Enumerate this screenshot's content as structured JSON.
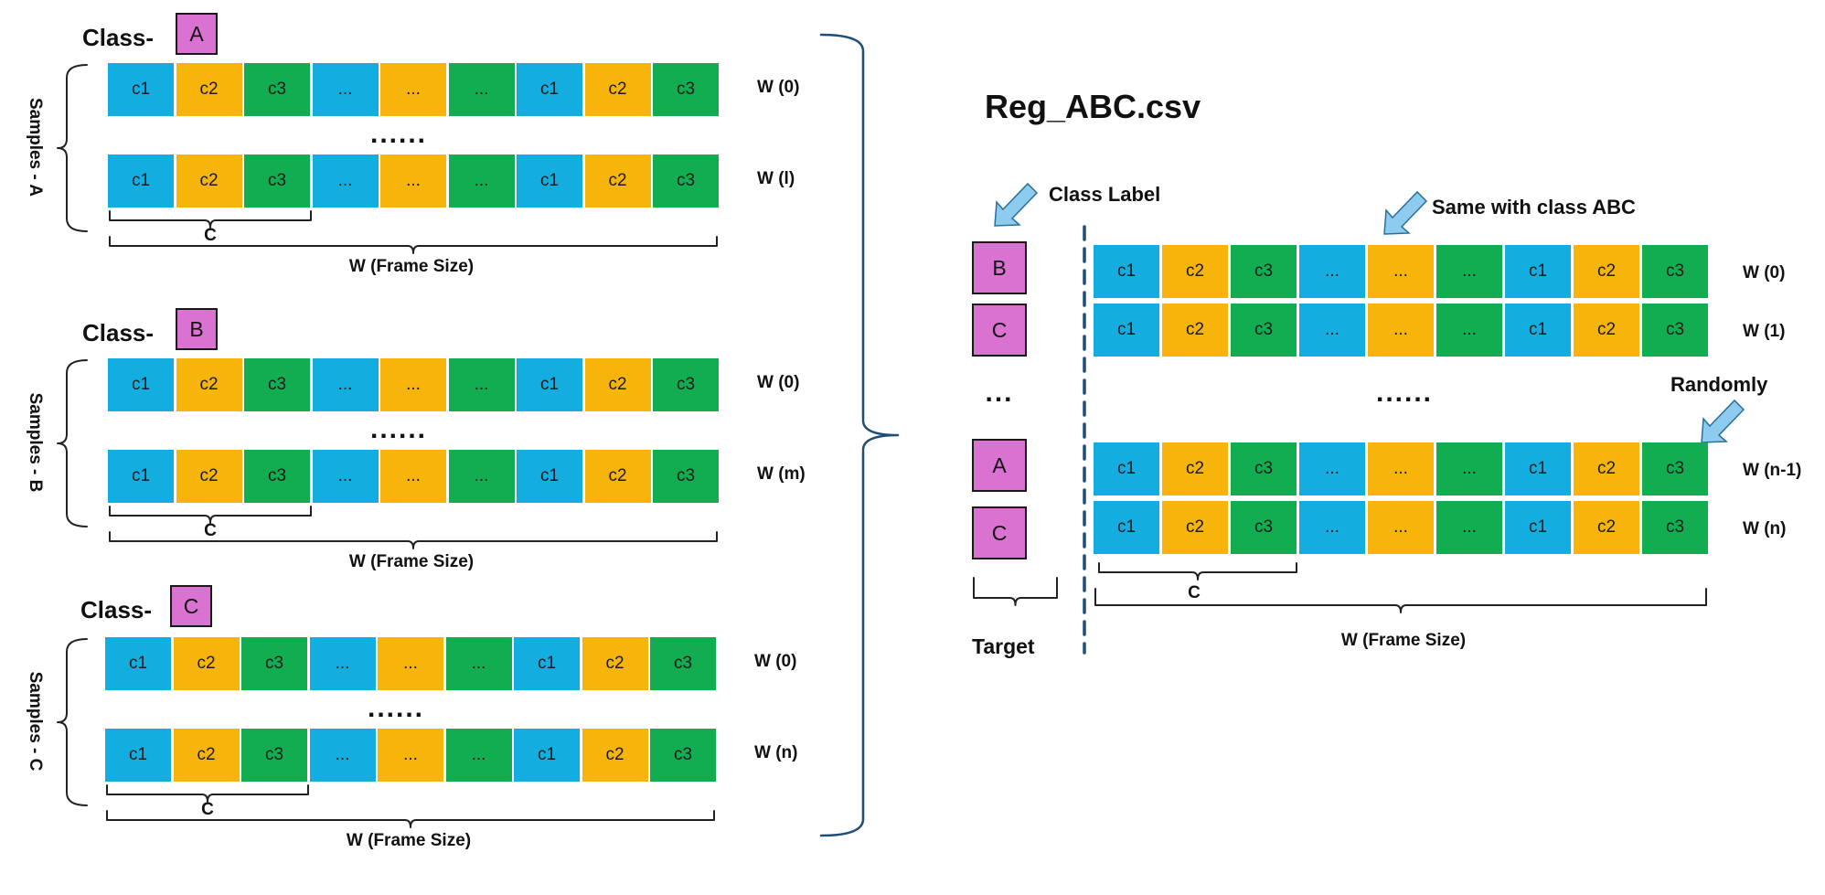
{
  "colors": {
    "c1": "#14ade0",
    "c2": "#f7b50c",
    "c3": "#12ad50",
    "tag": "#d972d0",
    "brace": "#1f4e79",
    "arrow": "#8dccef"
  },
  "cells": [
    "c1",
    "c2",
    "c3",
    "...",
    "...",
    "...",
    "c1",
    "c2",
    "c3"
  ],
  "cell_colors": [
    "c1",
    "c2",
    "c3",
    "c1",
    "c2",
    "c3",
    "c1",
    "c2",
    "c3"
  ],
  "prefix": "Class-",
  "row_ellipsis": "......",
  "c_label": "C",
  "frame_label": "W (Frame Size)",
  "groups": [
    {
      "class": "A",
      "samples_label": "Samples - A",
      "rows": [
        "W (0)",
        "W (l)"
      ]
    },
    {
      "class": "B",
      "samples_label": "Samples - B",
      "rows": [
        "W (0)",
        "W (m)"
      ]
    },
    {
      "class": "C",
      "samples_label": "Samples - C",
      "rows": [
        "W (0)",
        "W (n)"
      ]
    }
  ],
  "right": {
    "title": "Reg_ABC.csv",
    "class_label_anno": "Class Label",
    "same_anno": "Same with class ABC",
    "random_anno": "Randomly",
    "target_label": "Target",
    "target_ellipsis": "...",
    "row_ellipsis": "......",
    "rows": [
      {
        "target": "B",
        "w": "W (0)"
      },
      {
        "target": "C",
        "w": "W (1)"
      },
      {
        "target": "A",
        "w": "W (n-1)"
      },
      {
        "target": "C",
        "w": "W (n)"
      }
    ],
    "c_label": "C",
    "frame_label": "W (Frame Size)"
  }
}
